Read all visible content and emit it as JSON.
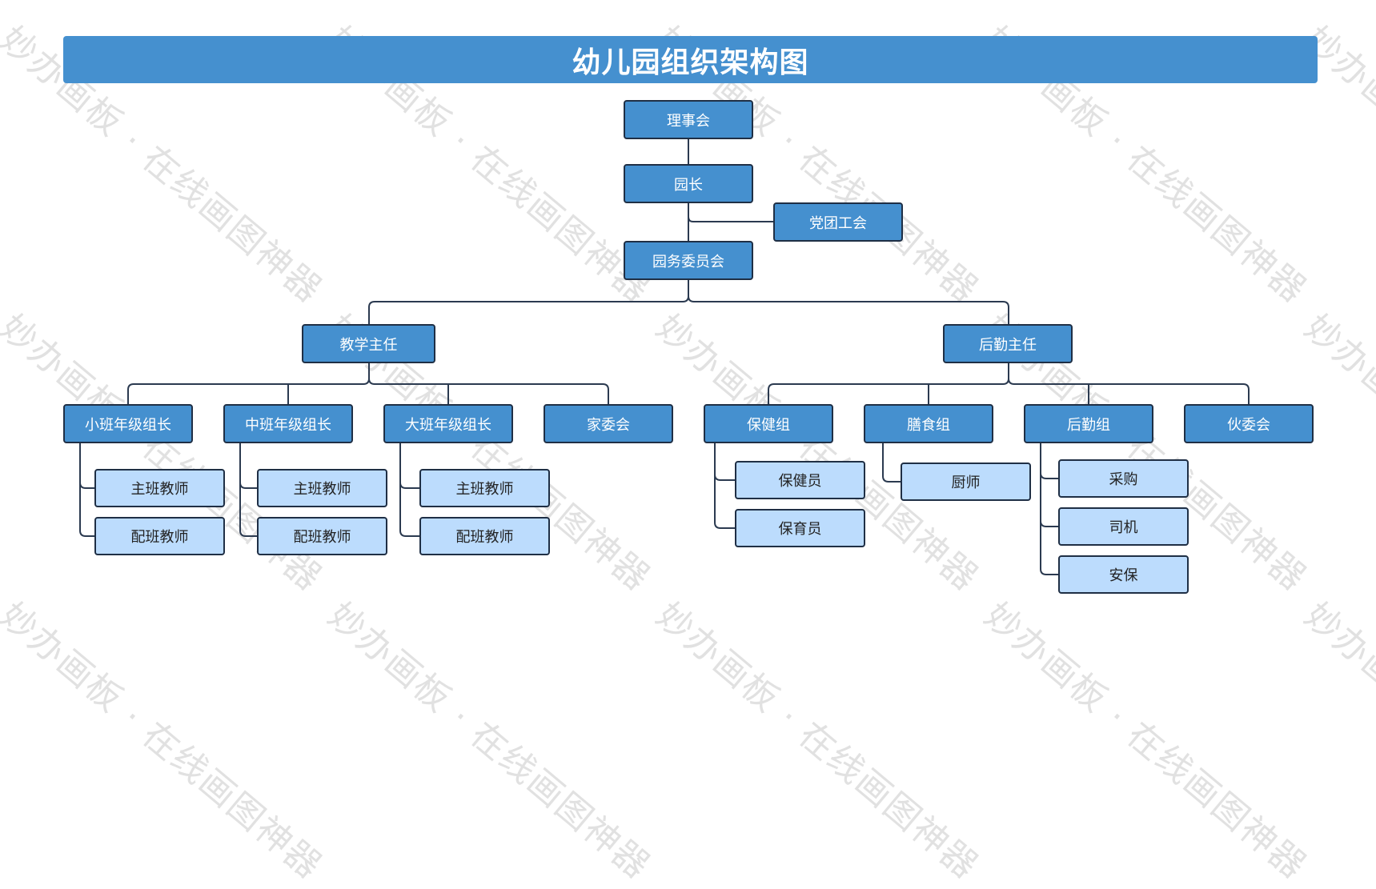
{
  "title": "幼儿园组织架构图",
  "watermark": "妙办画板 · 在线画图神器",
  "colors": {
    "header_fill": "#4590cf",
    "node_dark": "#4590cf",
    "node_light": "#bcdcfd",
    "border": "#1f2f45"
  },
  "org": {
    "board": "理事会",
    "principal": "园长",
    "party_union": "党团工会",
    "committee": "园务委员会",
    "teaching_director": "教学主任",
    "logistics_director": "后勤主任",
    "small_class_lead": "小班年级组长",
    "middle_class_lead": "中班年级组长",
    "large_class_lead": "大班年级组长",
    "parent_committee": "家委会",
    "small_head_teacher": "主班教师",
    "small_assistant_teacher": "配班教师",
    "middle_head_teacher": "主班教师",
    "middle_assistant_teacher": "配班教师",
    "large_head_teacher": "主班教师",
    "large_assistant_teacher": "配班教师",
    "health_group": "保健组",
    "meal_group": "膳食组",
    "logistics_group": "后勤组",
    "food_committee": "伙委会",
    "health_worker": "保健员",
    "childcare_worker": "保育员",
    "chef": "厨师",
    "purchasing": "采购",
    "driver": "司机",
    "security": "安保"
  }
}
